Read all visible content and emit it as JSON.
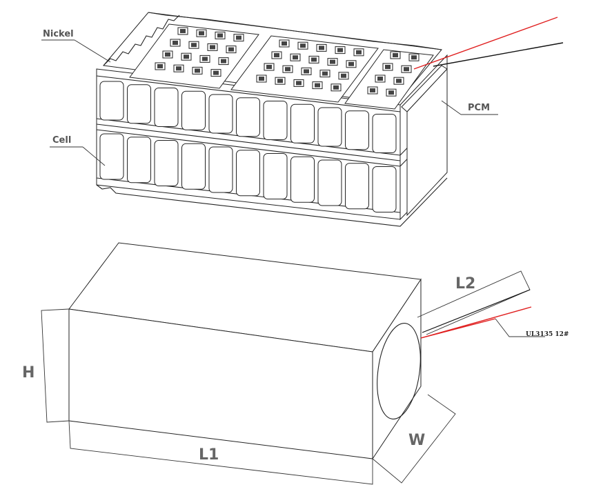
{
  "pack_view": {
    "labels": {
      "nickel": "Nickel",
      "cell": "Cell",
      "pcm": "PCM"
    }
  },
  "dimension_view": {
    "labels": {
      "h": "H",
      "l1": "L1",
      "l2": "L2",
      "w": "W",
      "wire": "UL3135 12#"
    }
  },
  "colors": {
    "wire_red": "#e02020",
    "wire_black": "#111111",
    "line": "#222222",
    "label_gray": "#555555"
  }
}
